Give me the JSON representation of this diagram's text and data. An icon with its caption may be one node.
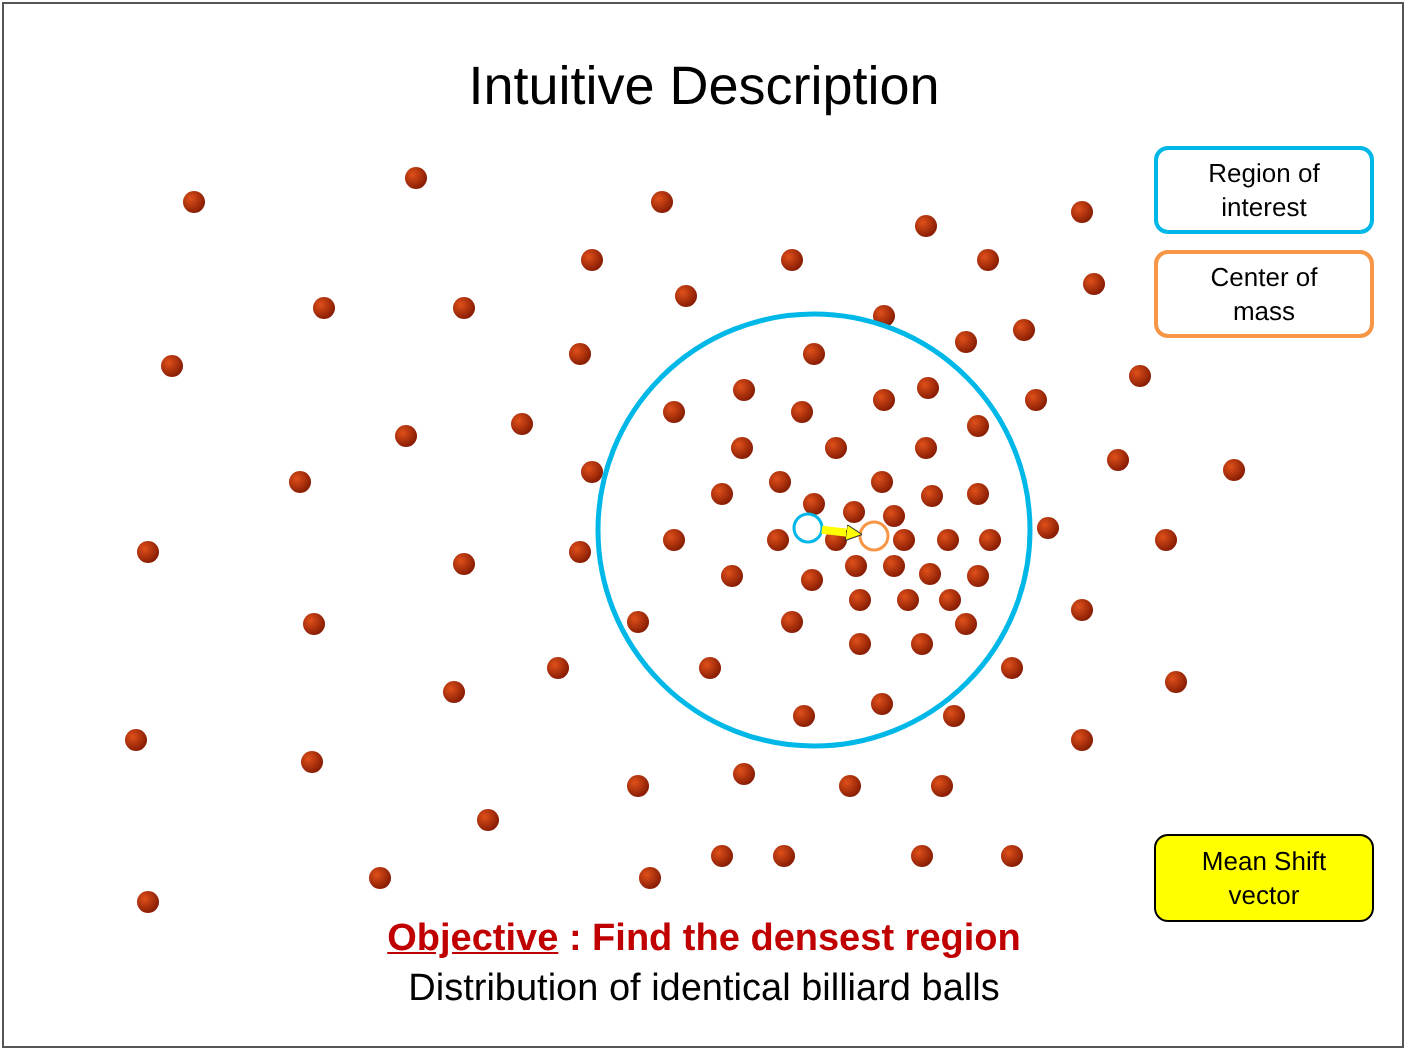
{
  "diagram": {
    "title": "Intuitive Description",
    "caption": "Distribution of identical billiard balls",
    "nodes": [
      {
        "text": [],
        "shape": "circle"
      },
      {
        "text": [],
        "shape": "circle",
        "in": 0
      },
      {
        "text": [],
        "shape": "circle",
        "in": 0
      }
    ],
    "edges": [
      {
        "from": 1,
        "to": 2,
        "arrow": "to",
        "color": "#ffff00"
      }
    ],
    "labels": [
      "Objective",
      ": Find the densest region"
    ],
    "legend": [
      {
        "text": "Region of interest",
        "color": "#00b8e8"
      },
      {
        "text": "Center of mass",
        "color": "#f79646"
      },
      {
        "text": "Mean Shift vector",
        "color": "#ffff00"
      }
    ]
  }
}
